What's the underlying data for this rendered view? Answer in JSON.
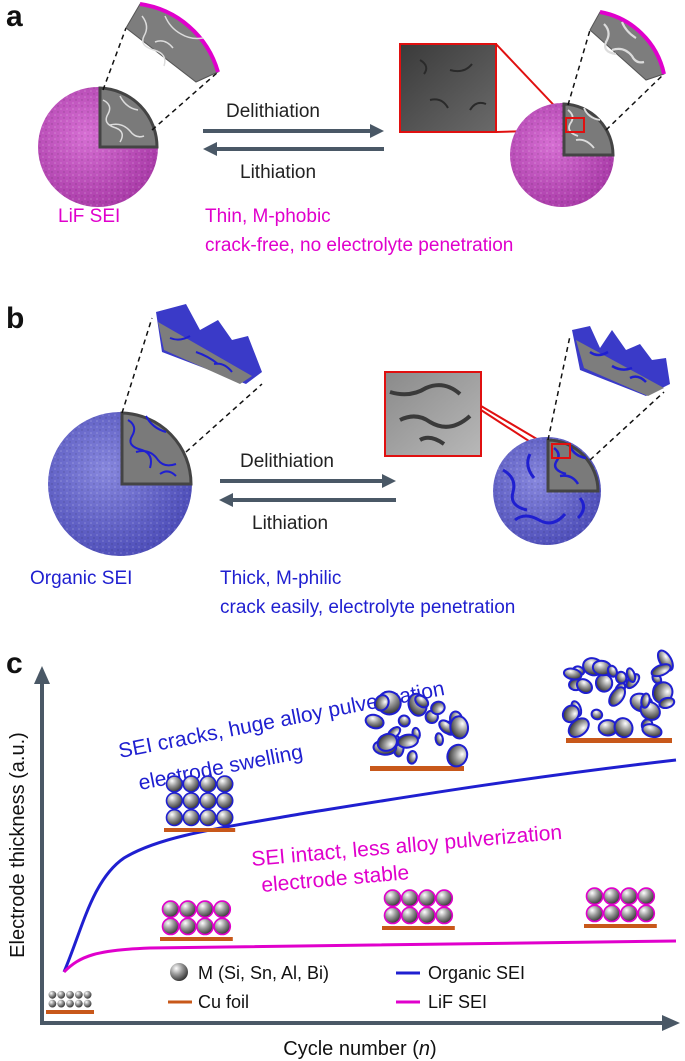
{
  "panels": {
    "a": {
      "letter": "a",
      "forward": "Delithiation",
      "reverse": "Lithiation",
      "sei_label": "LiF SEI",
      "desc_line1": "Thin, M-phobic",
      "desc_line2": "crack-free, no electrolyte penetration"
    },
    "b": {
      "letter": "b",
      "forward": "Delithiation",
      "reverse": "Lithiation",
      "sei_label": "Organic SEI",
      "desc_line1": "Thick, M-philic",
      "desc_line2": "crack easily, electrolyte penetration"
    },
    "c": {
      "letter": "c",
      "ylabel": "Electrode thickness (a.u.)",
      "xlabel_prefix": "Cycle number (",
      "xlabel_var": "n",
      "xlabel_suffix": ")",
      "organic_ann_line1": "SEI cracks, huge alloy pulverization",
      "organic_ann_line2": "electrode swelling",
      "lif_ann_line1": "SEI intact, less alloy pulverization",
      "lif_ann_line2": "electrode stable",
      "legend": {
        "m": "M (Si, Sn, Al, Bi)",
        "cu": "Cu foil",
        "organic": "Organic SEI",
        "lif": "LiF SEI"
      }
    }
  },
  "colors": {
    "lif": "#e000cc",
    "organic": "#1f1fd0",
    "cu": "#c8581a",
    "arrow": "#4a5866",
    "crack_box": "#e01010"
  },
  "icons": [
    "particle-sphere",
    "sem-inset",
    "ball-stack"
  ]
}
